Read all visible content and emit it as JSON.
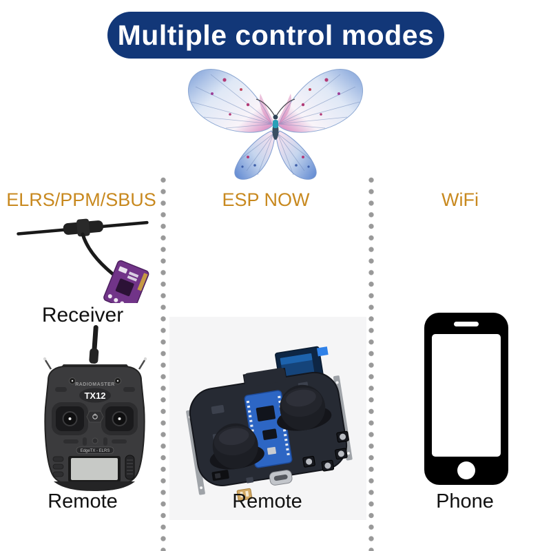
{
  "banner": {
    "title": "Multiple control modes"
  },
  "colors": {
    "banner_bg": "#123778",
    "banner_text": "#ffffff",
    "accent": "#c8891f",
    "divider_dot": "#999999",
    "caption_text": "#111111"
  },
  "columns": [
    {
      "mode_label": "ELRS/PPM/SBUS",
      "captions": {
        "receiver": "Receiver",
        "remote": "Remote"
      }
    },
    {
      "mode_label": "ESP NOW",
      "captions": {
        "remote": "Remote"
      }
    },
    {
      "mode_label": "WiFi",
      "captions": {
        "phone": "Phone"
      }
    }
  ],
  "tx12": {
    "brand_label": "RADIOMASTER",
    "model_label": "TX12",
    "firmware_label": "EdgeTX - ELRS"
  }
}
